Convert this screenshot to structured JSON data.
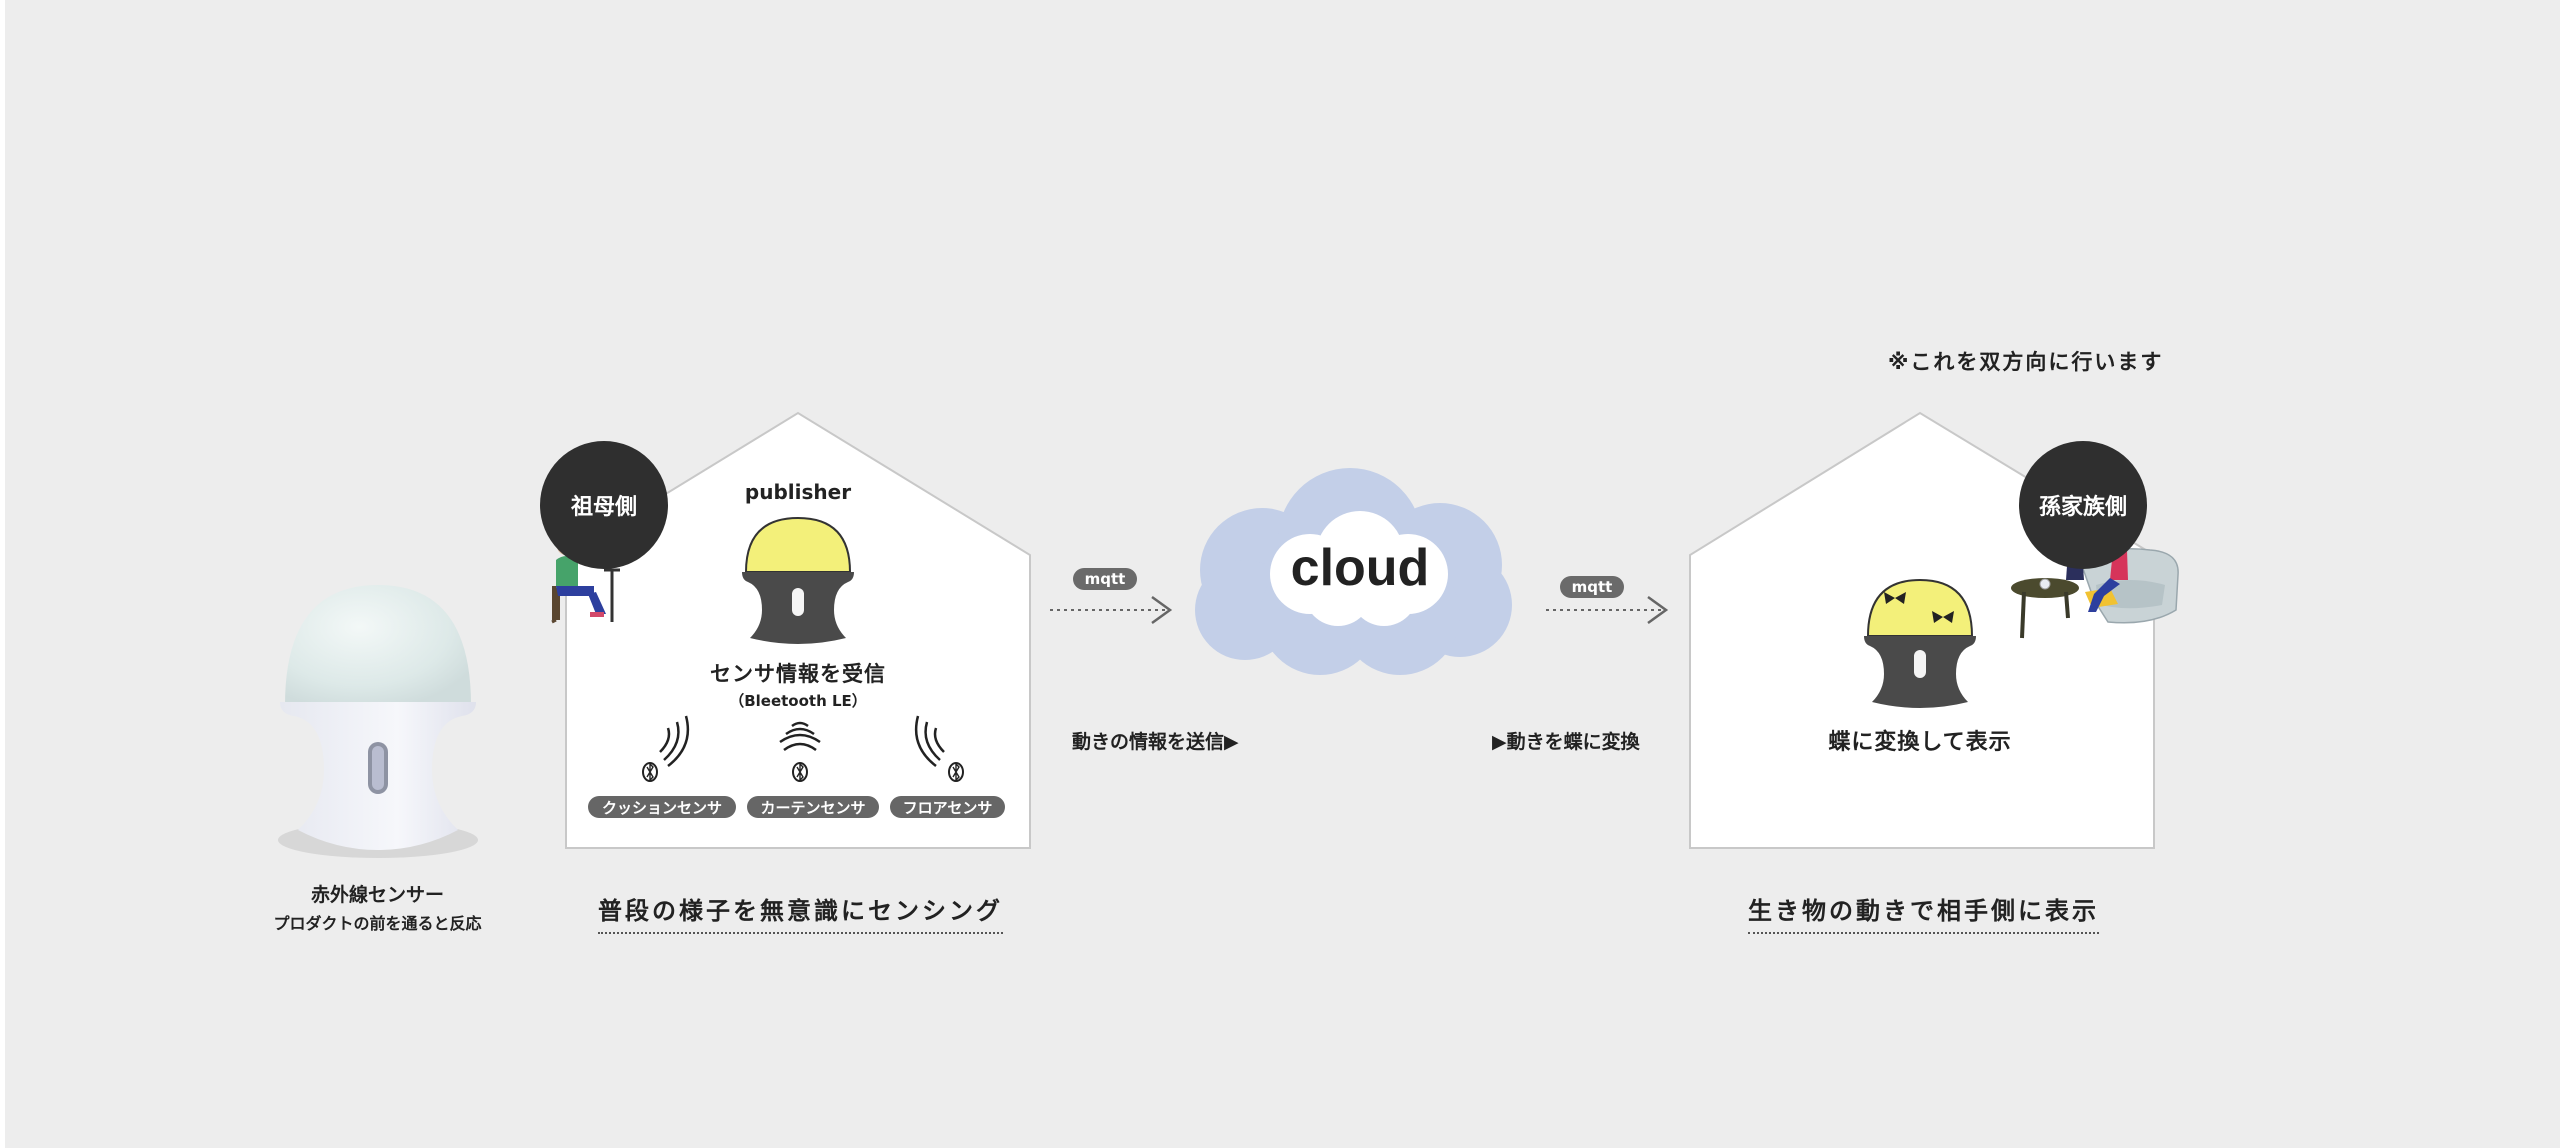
{
  "note": "※これを双方向に行います",
  "device": {
    "title": "赤外線センサー",
    "subtitle": "プロダクトの前を通ると反応"
  },
  "left_house": {
    "badge": "祖母側",
    "role": "publisher",
    "receive_label": "センサ情報を受信",
    "protocol": "（Bleetooth LE）",
    "sensors": [
      "クッションセンサ",
      "カーテンセンサ",
      "フロアセンサ"
    ],
    "caption": "普段の様子を無意識にセンシング"
  },
  "cloud": {
    "label": "cloud"
  },
  "arrows": [
    {
      "tag": "mqtt",
      "caption": "動きの情報を送信▶"
    },
    {
      "tag": "mqtt",
      "caption": "▶動きを蝶に変換"
    }
  ],
  "right_house": {
    "badge": "孫家族側",
    "display_label": "蝶に変換して表示",
    "caption": "生き物の動きで相手側に表示"
  },
  "colors": {
    "background": "#ededed",
    "lamp_yellow": "#f3f07a",
    "lamp_dark": "#4a4a4a",
    "badge": "#2f2f2f",
    "cloud_outer": "#c3cfe8"
  }
}
